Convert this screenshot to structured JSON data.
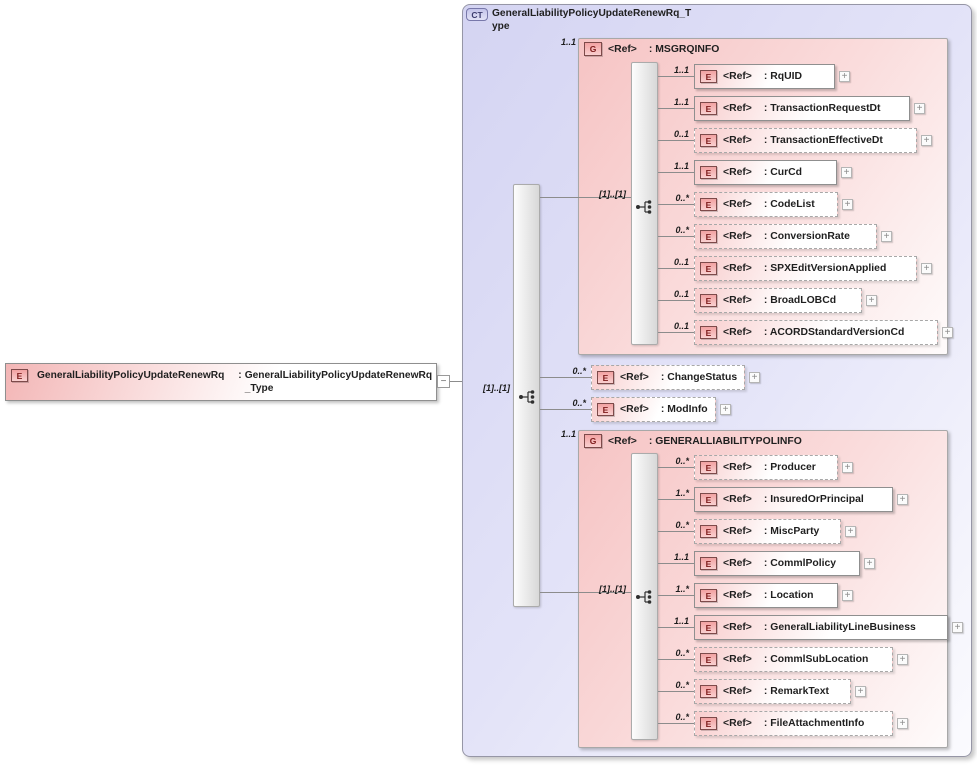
{
  "badges": {
    "element": "E",
    "group": "G",
    "complex_type": "CT"
  },
  "symbols": {
    "expand": "+",
    "collapse": "−"
  },
  "colors": {
    "element_fill": "#f8cdcd",
    "group_fill": "#f6c4c4",
    "complex_type_fill": "#d4d4f2",
    "badge_letter": "#7c1a1a",
    "ct_badge_letter": "#3c3c6e",
    "connector_line": "#8c8c8c"
  },
  "root_element": {
    "name": "GeneralLiabilityPolicyUpdateRenewRq",
    "separator": ":",
    "type": "GeneralLiabilityPolicyUpdateRenewRq_Type"
  },
  "complex_type": {
    "title": "GeneralLiabilityPolicyUpdateRenewRq_Type",
    "sequence_cardinality": "[1]..[1]",
    "children": [
      {
        "kind": "group",
        "cardinality": "1..1",
        "ref_label": "<Ref>",
        "name_label": ": MSGRQINFO",
        "sequence_cardinality": "[1]..[1]",
        "rows": [
          {
            "cardinality": "1..1",
            "ref_label": "<Ref>",
            "name_label": ": RqUID",
            "optional": false
          },
          {
            "cardinality": "1..1",
            "ref_label": "<Ref>",
            "name_label": ": TransactionRequestDt",
            "optional": false
          },
          {
            "cardinality": "0..1",
            "ref_label": "<Ref>",
            "name_label": ": TransactionEffectiveDt",
            "optional": true
          },
          {
            "cardinality": "1..1",
            "ref_label": "<Ref>",
            "name_label": ": CurCd",
            "optional": false
          },
          {
            "cardinality": "0..*",
            "ref_label": "<Ref>",
            "name_label": ": CodeList",
            "optional": true
          },
          {
            "cardinality": "0..*",
            "ref_label": "<Ref>",
            "name_label": ": ConversionRate",
            "optional": true
          },
          {
            "cardinality": "0..1",
            "ref_label": "<Ref>",
            "name_label": ": SPXEditVersionApplied",
            "optional": true
          },
          {
            "cardinality": "0..1",
            "ref_label": "<Ref>",
            "name_label": ": BroadLOBCd",
            "optional": true
          },
          {
            "cardinality": "0..1",
            "ref_label": "<Ref>",
            "name_label": ": ACORDStandardVersionCd",
            "optional": true
          }
        ]
      },
      {
        "kind": "element",
        "cardinality": "0..*",
        "ref_label": "<Ref>",
        "name_label": ": ChangeStatus",
        "optional": true
      },
      {
        "kind": "element",
        "cardinality": "0..*",
        "ref_label": "<Ref>",
        "name_label": ": ModInfo",
        "optional": true
      },
      {
        "kind": "group",
        "cardinality": "1..1",
        "ref_label": "<Ref>",
        "name_label": ": GENERALLIABILITYPOLINFO",
        "sequence_cardinality": "[1]..[1]",
        "rows": [
          {
            "cardinality": "0..*",
            "ref_label": "<Ref>",
            "name_label": ": Producer",
            "optional": true
          },
          {
            "cardinality": "1..*",
            "ref_label": "<Ref>",
            "name_label": ": InsuredOrPrincipal",
            "optional": false
          },
          {
            "cardinality": "0..*",
            "ref_label": "<Ref>",
            "name_label": ": MiscParty",
            "optional": true
          },
          {
            "cardinality": "1..1",
            "ref_label": "<Ref>",
            "name_label": ": CommlPolicy",
            "optional": false
          },
          {
            "cardinality": "1..*",
            "ref_label": "<Ref>",
            "name_label": ": Location",
            "optional": false
          },
          {
            "cardinality": "1..1",
            "ref_label": "<Ref>",
            "name_label": ": GeneralLiabilityLineBusiness",
            "optional": false
          },
          {
            "cardinality": "0..*",
            "ref_label": "<Ref>",
            "name_label": ": CommlSubLocation",
            "optional": true
          },
          {
            "cardinality": "0..*",
            "ref_label": "<Ref>",
            "name_label": ": RemarkText",
            "optional": true
          },
          {
            "cardinality": "0..*",
            "ref_label": "<Ref>",
            "name_label": ": FileAttachmentInfo",
            "optional": true
          }
        ]
      }
    ]
  }
}
